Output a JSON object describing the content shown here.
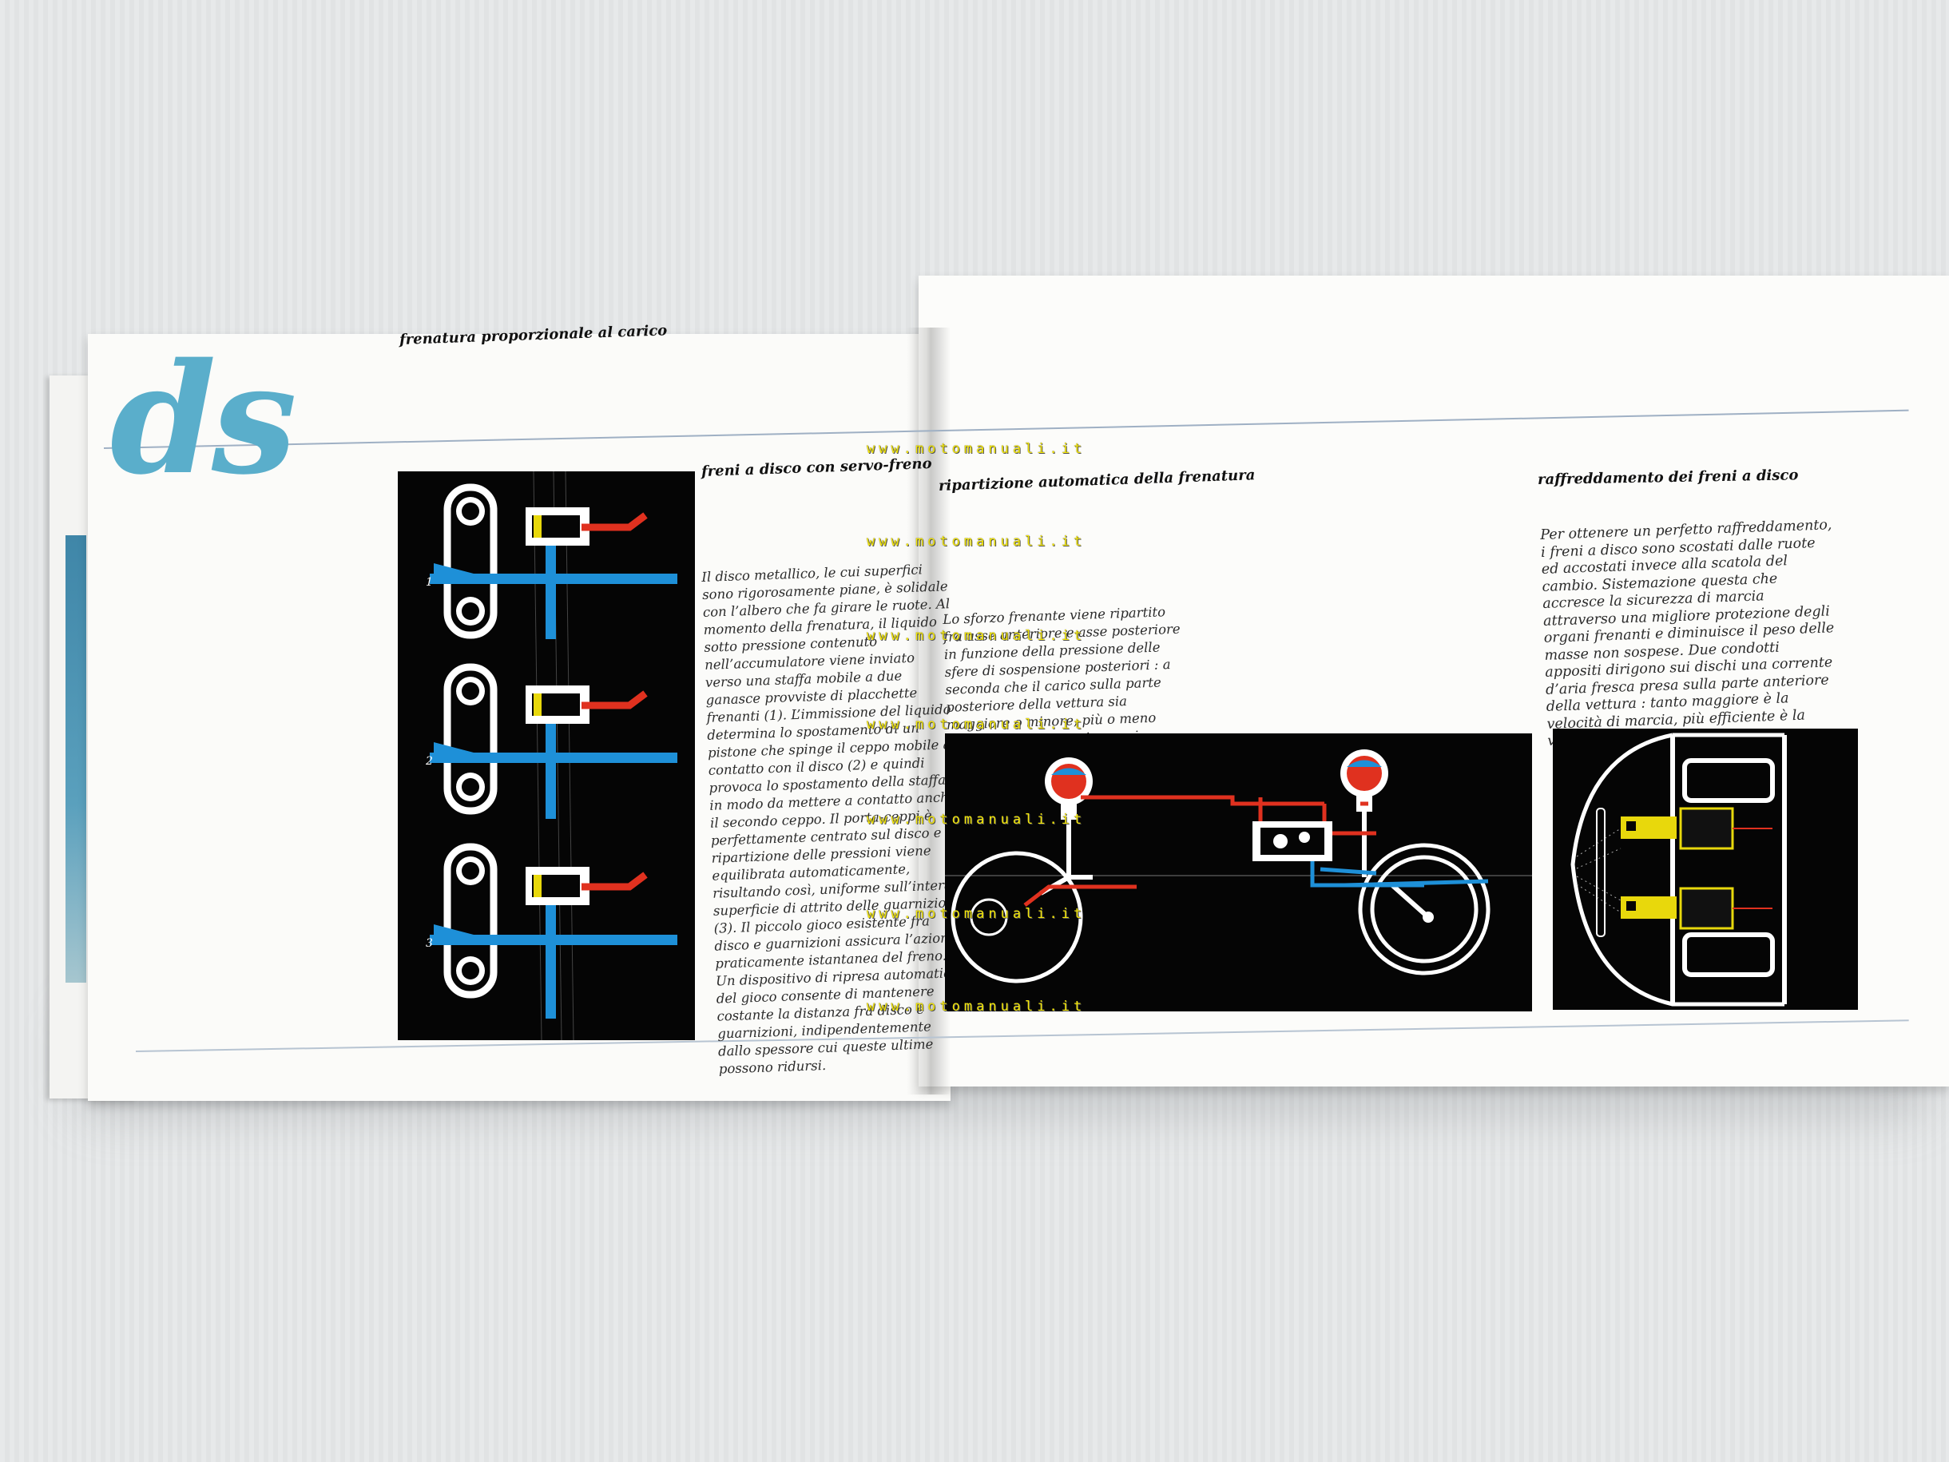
{
  "brochure": {
    "logo": "ds",
    "top_heading": "frenatura proporzionale al carico"
  },
  "sections": {
    "disc_brakes": {
      "heading": "freni a disco con servo-freno",
      "paragraph": "Il disco metallico, le cui superfici sono rigorosamente piane, è solidale con l’albero che fa girare le ruote. Al momento della frenatura, il liquido sotto pressione contenuto nell’accumulatore viene inviato verso una staffa mobile a due ganasce provviste di placchette frenanti (1). L’immissione del liquido determina lo spostamento di un pistone che spinge il ceppo mobile a contatto con il disco (2) e quindi provoca lo spostamento della staffa in modo da mettere a contatto anche il secondo ceppo. Il porta-ceppi è perfettamente centrato sul disco e la ripartizione delle pressioni viene equilibrata automaticamente, risultando così, uniforme sull’intera superficie di attrito delle guarnizioni (3). Il piccolo gioco esistente fra disco e guarnizioni assicura l’azione praticamente istantanea del freno. Un dispositivo di ripresa automatica del gioco consente di mantenere costante la distanza fra disco e guarnizioni, indipendentemente dallo spessore cui queste ultime possono ridursi.",
      "step_labels": [
        "1",
        "2",
        "3"
      ]
    },
    "distribution": {
      "heading": "ripartizione automatica della frenatura",
      "paragraph": "Lo sforzo frenante viene ripartito fra asse anteriore e asse posteriore in funzione della pressione delle sfere di sospensione posteriori : a seconda che il carico sulla parte posteriore della vettura sia maggiore o minore, più o meno intensa sarà la pressione nei cilindretti dei freni."
    },
    "cooling": {
      "heading": "raffreddamento dei freni a disco",
      "paragraph": "Per ottenere un perfetto raffreddamento, i freni a disco sono scostati dalle ruote ed accostati invece alla scatola del cambio. Sistemazione questa che accresce la sicurezza di marcia attraverso una migliore protezione degli organi frenanti e diminuisce il peso delle masse non sospese. Due condotti appositi dirigono sui dischi una corrente d’aria fresca presa sulla parte anteriore della vettura : tanto maggiore è la velocità di marcia, più efficiente è la ventilazione dei freni."
    }
  },
  "watermarks": [
    "www.motomanuali.it",
    "www.motomanuali.it",
    "www.motomanuali.it",
    "www.motomanuali.it",
    "www.motomanuali.it",
    "www.motomanuali.it",
    "www.motomanuali.it"
  ],
  "colors": {
    "logo_blue": "#5aaecb",
    "line_blue": "#1e90d8",
    "line_red": "#e0311f",
    "yellow": "#e8d80c",
    "diagram_bg": "#050505"
  }
}
